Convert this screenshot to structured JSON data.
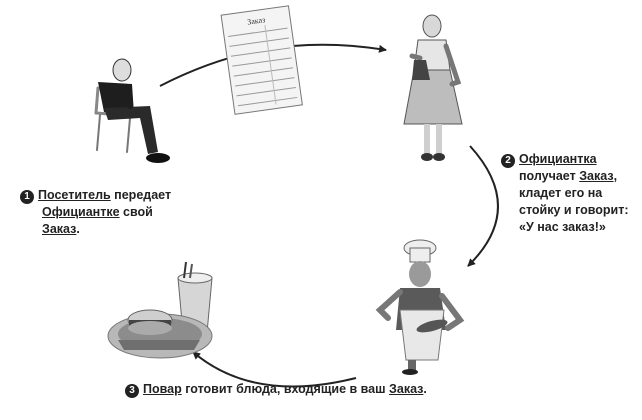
{
  "order_slip": {
    "title": "Заказ"
  },
  "steps": [
    {
      "number": "1",
      "line1_term": "Посетитель",
      "line1_rest": " передает",
      "line2_term": "Официантке",
      "line2_rest": " свой",
      "line3_term": "Заказ",
      "line3_rest": "."
    },
    {
      "number": "2",
      "line1_term": "Официантка",
      "line2_pre": "получает ",
      "line2_term": "Заказ",
      "line2_post": ",",
      "line3": "кладет его на",
      "line4": "стойку и говорит:",
      "line5": "«У нас заказ!»"
    },
    {
      "number": "3",
      "term1": "Повар",
      "middle": " готовит блюда, входящие в ваш ",
      "term2": "Заказ",
      "end": "."
    }
  ]
}
